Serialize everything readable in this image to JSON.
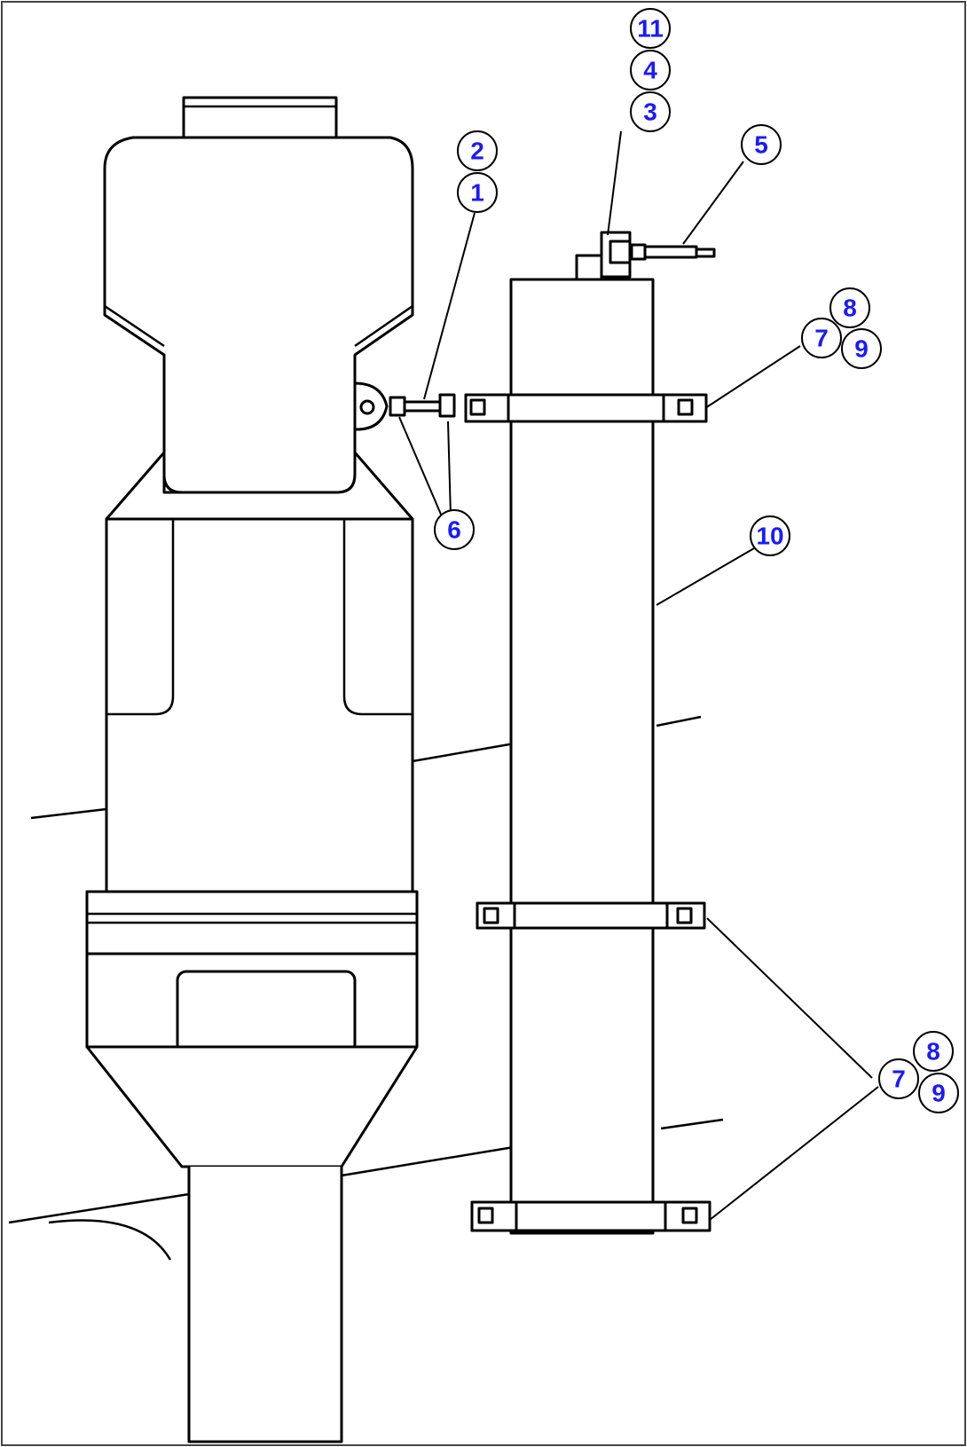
{
  "diagram": {
    "colors": {
      "line": "#000000",
      "callout_text": "#1a1aff",
      "background": "#ffffff"
    },
    "callouts": {
      "c11": "11",
      "c4": "4",
      "c3": "3",
      "c5": "5",
      "c2": "2",
      "c1": "1",
      "c8a": "8",
      "c7a": "7",
      "c9a": "9",
      "c6": "6",
      "c10": "10",
      "c8b": "8",
      "c7b": "7",
      "c9b": "9"
    }
  }
}
